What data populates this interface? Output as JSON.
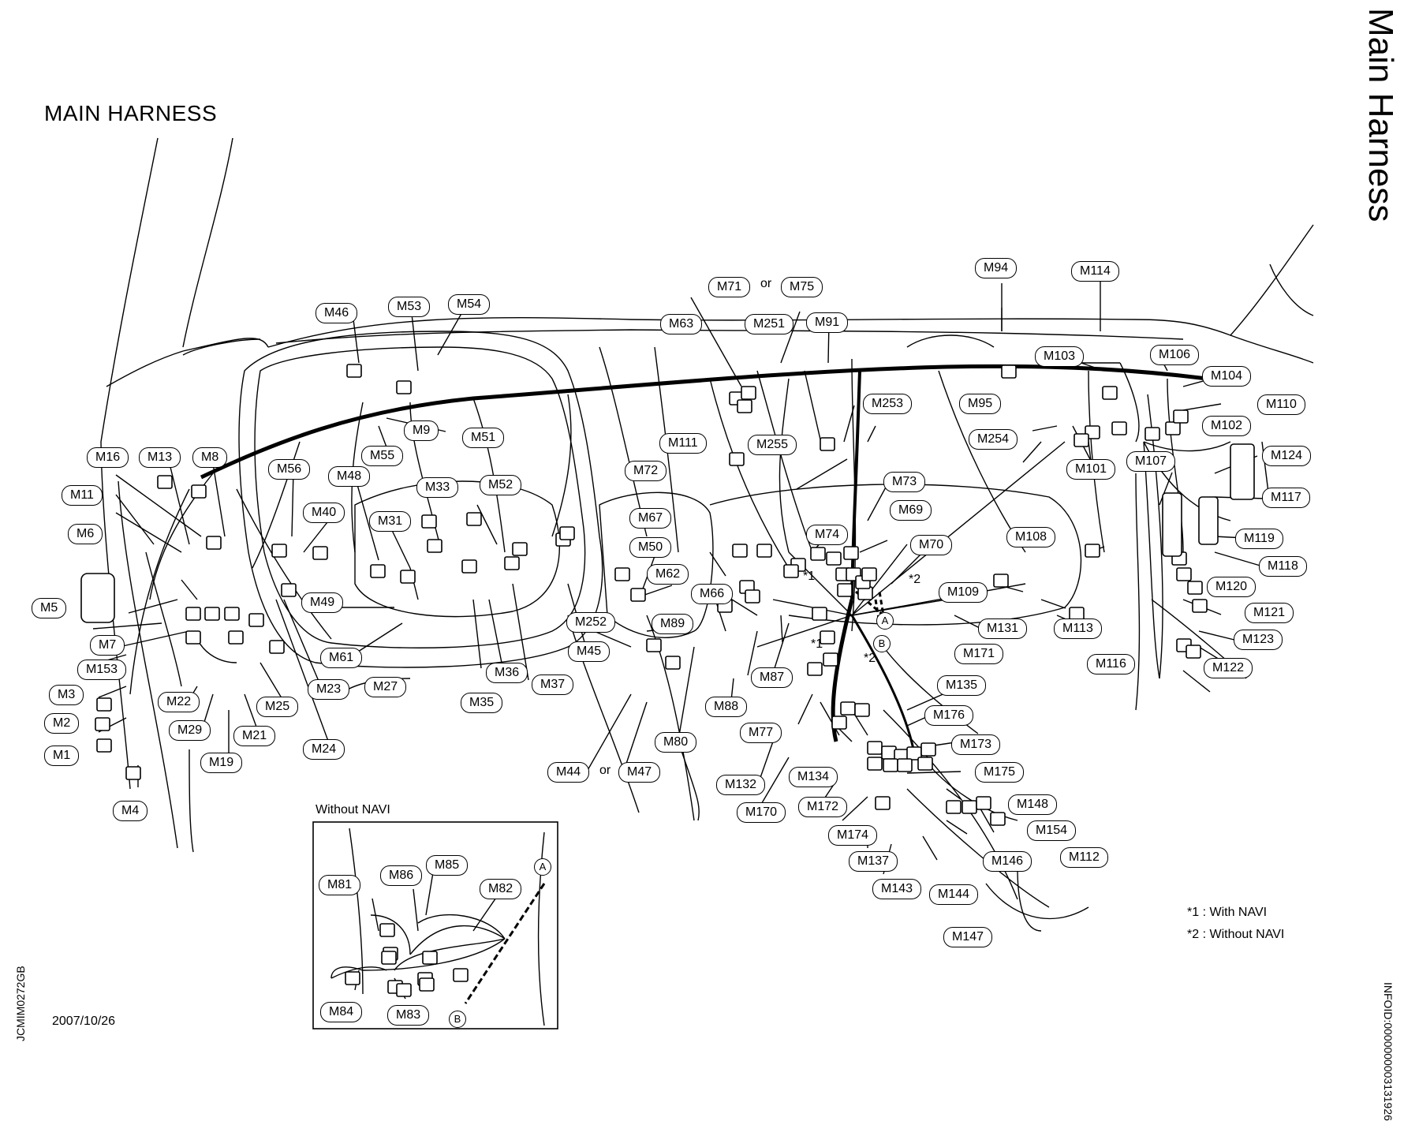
{
  "title": "MAIN HARNESS",
  "side_title": "Main Harness",
  "date": "2007/10/26",
  "figure_code_left": "JCMIM0272GB",
  "figure_code_right": "INFOID:0000000003131926",
  "inset_title": "Without NAVI",
  "notes": {
    "n1_mark": "*1",
    "n1_text": ": With NAVI",
    "n2_mark": "*2",
    "n2_text": ": Without NAVI"
  },
  "or_word": "or",
  "star1": "*1",
  "star2": "*2",
  "circle_a": "A",
  "circle_b": "B",
  "connectors": {
    "m1": "M1",
    "m2": "M2",
    "m3": "M3",
    "m4": "M4",
    "m5": "M5",
    "m6": "M6",
    "m7": "M7",
    "m8": "M8",
    "m9": "M9",
    "m11": "M11",
    "m13": "M13",
    "m16": "M16",
    "m19": "M19",
    "m21": "M21",
    "m22": "M22",
    "m23": "M23",
    "m24": "M24",
    "m25": "M25",
    "m27": "M27",
    "m29": "M29",
    "m31": "M31",
    "m33": "M33",
    "m35": "M35",
    "m36": "M36",
    "m37": "M37",
    "m40": "M40",
    "m44": "M44",
    "m45": "M45",
    "m46": "M46",
    "m47": "M47",
    "m48": "M48",
    "m49": "M49",
    "m50": "M50",
    "m51": "M51",
    "m52": "M52",
    "m53": "M53",
    "m54": "M54",
    "m55": "M55",
    "m56": "M56",
    "m61": "M61",
    "m62": "M62",
    "m63": "M63",
    "m66": "M66",
    "m67": "M67",
    "m69": "M69",
    "m70": "M70",
    "m71": "M71",
    "m72": "M72",
    "m73": "M73",
    "m74": "M74",
    "m75": "M75",
    "m77": "M77",
    "m80": "M80",
    "m81": "M81",
    "m82": "M82",
    "m83": "M83",
    "m84": "M84",
    "m85": "M85",
    "m86": "M86",
    "m87": "M87",
    "m88": "M88",
    "m89": "M89",
    "m91": "M91",
    "m94": "M94",
    "m95": "M95",
    "m101": "M101",
    "m102": "M102",
    "m103": "M103",
    "m104": "M104",
    "m106": "M106",
    "m107": "M107",
    "m108": "M108",
    "m109": "M109",
    "m110": "M110",
    "m111": "M111",
    "m112": "M112",
    "m113": "M113",
    "m114": "M114",
    "m116": "M116",
    "m117": "M117",
    "m118": "M118",
    "m119": "M119",
    "m120": "M120",
    "m121": "M121",
    "m122": "M122",
    "m123": "M123",
    "m124": "M124",
    "m131": "M131",
    "m132": "M132",
    "m134": "M134",
    "m135": "M135",
    "m137": "M137",
    "m143": "M143",
    "m144": "M144",
    "m146": "M146",
    "m147": "M147",
    "m148": "M148",
    "m153": "M153",
    "m154": "M154",
    "m170": "M170",
    "m171": "M171",
    "m172": "M172",
    "m173": "M173",
    "m174": "M174",
    "m175": "M175",
    "m176": "M176",
    "m251": "M251",
    "m252": "M252",
    "m253": "M253",
    "m254": "M254",
    "m255": "M255"
  }
}
